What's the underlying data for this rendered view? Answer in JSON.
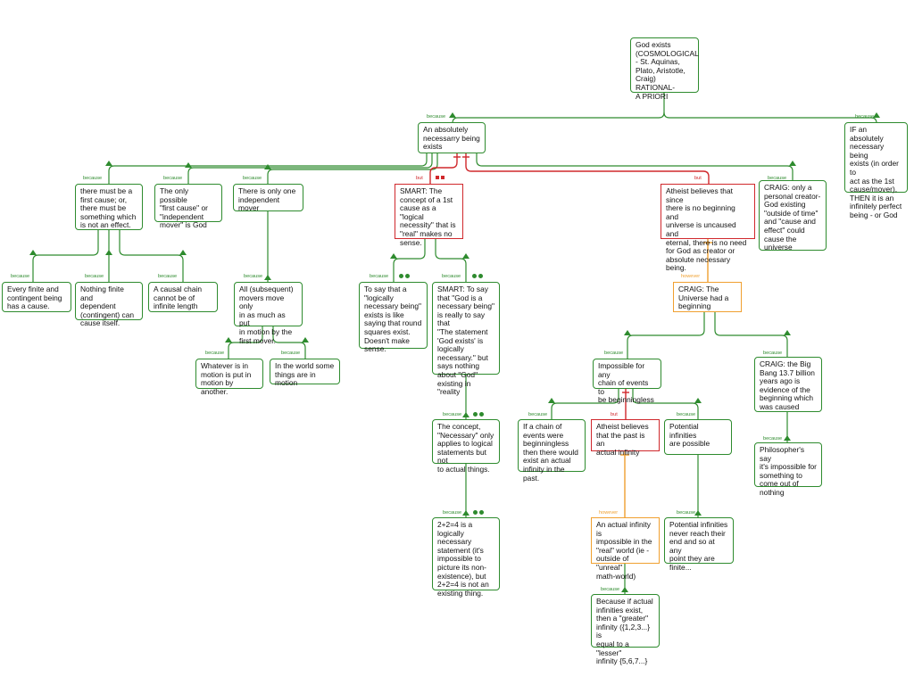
{
  "colors": {
    "support": "#2e8b2e",
    "objection": "#d0282c",
    "rebuttal": "#f0a030"
  },
  "connectors": {
    "because": "because",
    "but": "but",
    "however": "however"
  },
  "nodes": {
    "root": "God exists\n(COSMOLOGICAL\n- St. Aquinas,\nPlato, Aristotle,\nCraig) RATIONAL-\nA PRIORI",
    "necessary_being": "An absolutely\nnecessarry being\nexists",
    "if_absolutely": "IF an absolutely\nnecessary being\nexists  (in order to\nact as the 1st\ncause/mover),\nTHEN it is an\ninfinitely perfect\nbeing - or God",
    "first_cause": "there must be a\nfirst cause; or,\nthere must be\nsomething which\nis not an effect.",
    "only_possible": "The only possible\n\"first cause\" or\n\"independent\nmover\" is God",
    "one_mover": "There is only one\nindependent mover",
    "smart1": "SMART: The\nconcept of a 1st\ncause as a \"logical\nnecessity\" that is\n\"real\" makes no\nsense.",
    "atheist_no_beginning": "Atheist believes that since\nthere is no beginning and\nuniverse is uncaused and\neternal, there is no need\nfor God as creator or\nabsolute necessary being.",
    "craig_creator": "CRAIG: only a\npersonal creator-\nGod existing\n\"outside of time\"\nand \"cause and\neffect\" could\ncause the\nuniverse",
    "every_finite": "Every finite and\ncontingent being\nhas a cause.",
    "nothing_finite": "Nothing finite and\ndependent\n(contingent) can\ncause itself.",
    "causal_chain": "A causal chain\ncannot be of\ninfinite length",
    "all_movers": "All (subsequent)\nmovers move only\nin as much as put\nin motion by the\nfirst mover.",
    "round_squares": "To say that a\n\"logically\nnecessary being\"\nexists is like\nsaying that round\nsquares exist.\nDoesn't make\nsense.",
    "smart2": "SMART: To say\nthat \"God is a\nnecessary being\"\nis really to say that\n\"The statement\n'God exists' is\nlogically\nnecessary.\" but\nsays nothing\nabout \"God\"\nexisting in \"reality",
    "craig_beginning": "CRAIG: The\nUniverse had a\nbeginning",
    "whatever_motion": "Whatever is in\nmotion is put in\nmotion by another.",
    "world_motion": "In the world some\nthings are in motion",
    "impossible_chain": "Impossible for any\nchain of events to\nbe beginningless",
    "craig_big_bang": "CRAIG: the Big\nBang 13.7 billion\nyears ago is\nevidence of the\nbeginning which\nwas caused",
    "concept_necessary": "The concept,\n\"Necessary\" only\napplies to logical\nstatements but not\nto actual things.",
    "chain_beginningless": "If a chain of\nevents were\nbeginningless\nthen there would\nexist an actual\ninfinity in the past.",
    "atheist_past": "Atheist believes\nthat the past is an\nactual infinity",
    "potential_infinities": "Potential infinities\nare possible",
    "philosophers_say": "Philosopher's say\nit's impossible for\nsomething to\ncome out of\nnothing",
    "two_plus_two": "2+2=4 is a\nlogically\nnecessary\nstatement (it's\nimpossible to\npicture its non-\nexistence), but\n2+2=4 is not an\nexisting thing.",
    "actual_infinity": "An actual infinity is\nimpossible in the\n\"real\" world (ie -\noutside of \"unreal\"\nmath-world)",
    "potential_never": "Potential infinities\nnever reach their\nend  and so at any\npoint they are\nfinite...",
    "greater_lesser": "Because if actual\ninfinities exist,\nthen a \"greater\"\ninfinity ({1,2,3...} is\nequal to a \"lesser\"\ninfinity {5,6,7...}"
  }
}
